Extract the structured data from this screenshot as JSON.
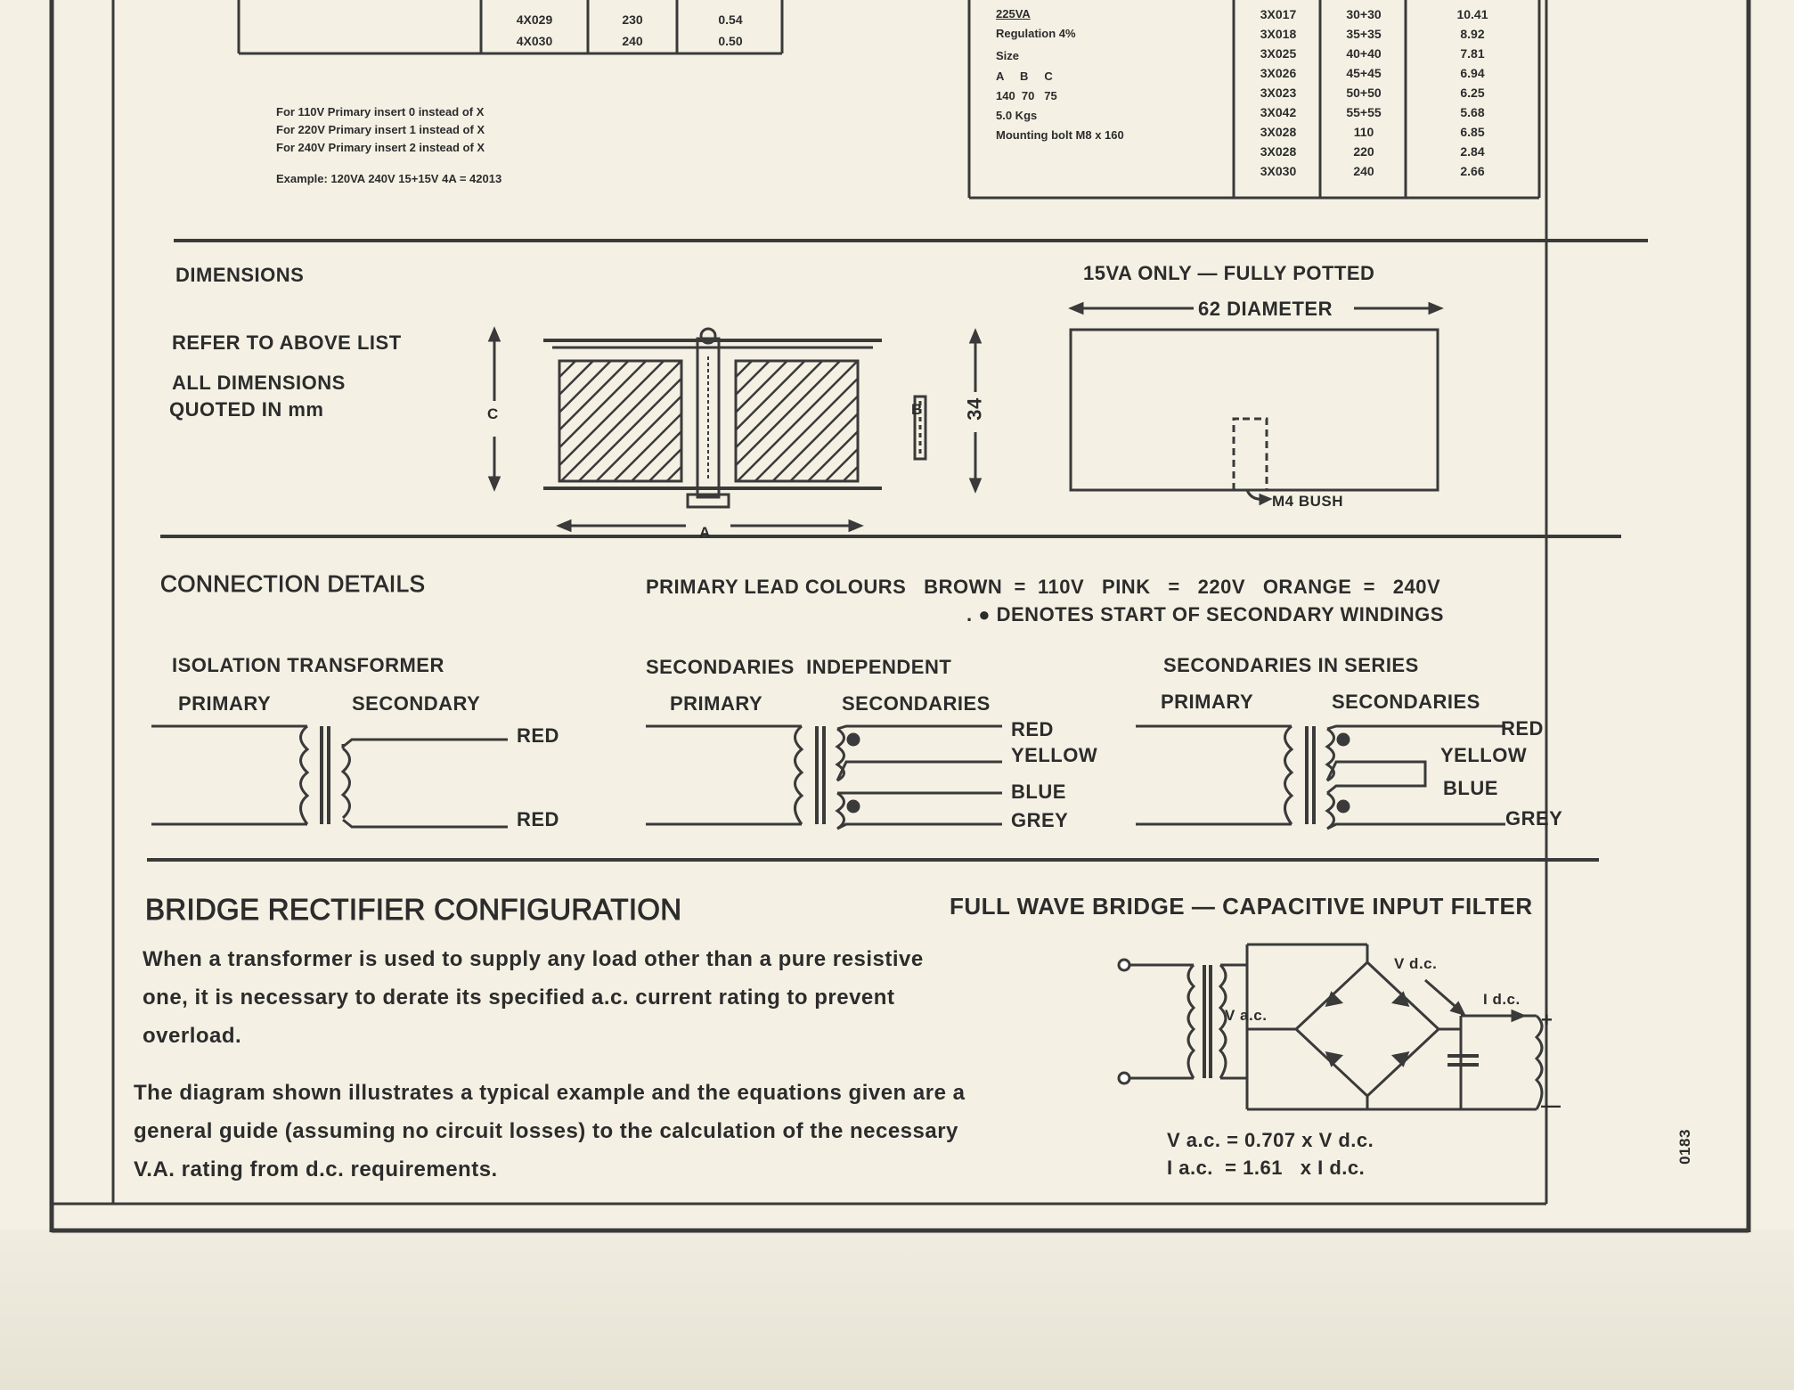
{
  "top_left_table": {
    "rows": [
      [
        "4X029",
        "230",
        "0.54"
      ],
      [
        "4X030",
        "240",
        "0.50"
      ]
    ]
  },
  "notes": [
    "For 110V Primary insert 0 instead of X",
    "For 220V Primary insert 1 instead of X",
    "For 240V Primary insert 2 instead of X"
  ],
  "example": "Example: 120VA 240V 15+15V 4A = 42013",
  "top_right_table": {
    "spec_lines": [
      "225VA",
      "Regulation 4%",
      "Size",
      "A     B     C",
      "140  70   75",
      "5.0 Kgs",
      "Mounting bolt M8 x 160"
    ],
    "col1": [
      "3X017",
      "3X018",
      "3X025",
      "3X026",
      "3X023",
      "3X042",
      "3X028",
      "3X028",
      "3X030"
    ],
    "col2": [
      "30+30",
      "35+35",
      "40+40",
      "45+45",
      "50+50",
      "55+55",
      "110",
      "220",
      "240"
    ],
    "col3": [
      "10.41",
      "8.92",
      "7.81",
      "6.94",
      "6.25",
      "5.68",
      "6.85",
      "2.84",
      "2.66"
    ]
  },
  "dimensions": {
    "heading": "DIMENSIONS",
    "refer": "REFER TO ABOVE LIST",
    "all_dims_line1": "ALL DIMENSIONS",
    "all_dims_line2": "QUOTED IN mm",
    "label_c": "C",
    "label_a": "A",
    "label_b": "B",
    "potted_heading": "15VA ONLY — FULLY POTTED",
    "diameter": "62 DIAMETER",
    "height": "34",
    "bush": "M4 BUSH"
  },
  "connection": {
    "heading": "CONNECTION DETAILS",
    "lead_colours": "PRIMARY LEAD COLOURS   BROWN  =  110V   PINK   =   220V   ORANGE  =   240V",
    "denotes": ". ● DENOTES START OF SECONDARY WINDINGS",
    "isolation": {
      "title": "ISOLATION TRANSFORMER",
      "primary": "PRIMARY",
      "secondary": "SECONDARY",
      "top": "RED",
      "bottom": "RED"
    },
    "independent": {
      "title": "SECONDARIES  INDEPENDENT",
      "primary": "PRIMARY",
      "secondary": "SECONDARIES",
      "l1": "RED",
      "l2": "YELLOW",
      "l3": "BLUE",
      "l4": "GREY"
    },
    "series": {
      "title": "SECONDARIES IN SERIES",
      "primary": "PRIMARY",
      "secondary": "SECONDARIES",
      "l1": "RED",
      "l2": "YELLOW",
      "l3": "BLUE",
      "l4": "GREY"
    }
  },
  "bridge": {
    "heading": "BRIDGE RECTIFIER CONFIGURATION",
    "para1": "When a transformer is used to supply any load other than a pure resistive one, it is necessary to derate its specified a.c. current rating to prevent overload.",
    "para2": "The diagram shown illustrates a typical example and the equations given are a general guide (assuming no circuit losses) to the calculation of the necessary V.A. rating from d.c. requirements.",
    "filter_heading": "FULL WAVE BRIDGE — CAPACITIVE INPUT FILTER",
    "vdc": "V d.c.",
    "vac": "V a.c.",
    "idc": "I d.c.",
    "plus": "+",
    "minus": "—",
    "eq1": "V a.c. = 0.707 x V d.c.",
    "eq2": "I a.c.  = 1.61   x I d.c.",
    "code": "0183"
  }
}
